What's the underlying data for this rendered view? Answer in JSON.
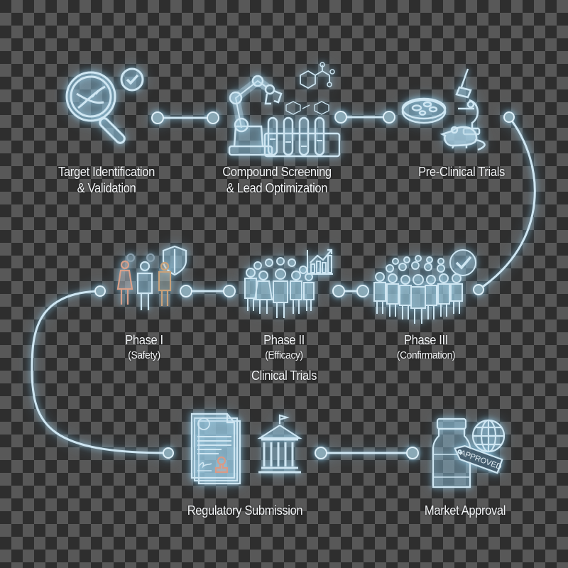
{
  "diagram": {
    "type": "process-flow",
    "theme": {
      "line_color": "#cfe6f2",
      "glow_color": "#8fd0ef",
      "icon_fill": "#a9c7d6",
      "text_color": "#f2f4f6",
      "checker_light": "#585858",
      "checker_dark": "#2e2e2e",
      "phase1_female_color": "#d9a08a",
      "phase1_male_color": "#c9a27a",
      "stamp_color": "#d99a86"
    },
    "steps": [
      {
        "id": "target",
        "title_line1": "Target Identification",
        "title_line2": "& Validation",
        "icon": "magnifier-dna-check-icon"
      },
      {
        "id": "screening",
        "title_line1": "Compound Screening",
        "title_line2": "& Lead Optimization",
        "icon": "robot-arm-test-tubes-icon"
      },
      {
        "id": "preclinical",
        "title_line1": "Pre-Clinical Trials",
        "icon": "petri-microscope-mouse-icon"
      },
      {
        "id": "phase1",
        "title_line1": "Phase I",
        "title_line2": "(Safety)",
        "icon": "small-group-shield-icon"
      },
      {
        "id": "phase2",
        "title_line1": "Phase II",
        "title_line2": "(Efficacy)",
        "icon": "group-growth-chart-icon"
      },
      {
        "id": "phase3",
        "title_line1": "Phase III",
        "title_line2": "(Confirmation)",
        "icon": "large-group-check-icon"
      },
      {
        "id": "regulatory",
        "title_line1": "Regulatory Submission",
        "icon": "documents-government-building-icon"
      },
      {
        "id": "market",
        "title_line1": "Market Approval",
        "icon": "bottle-approved-globe-icon"
      }
    ],
    "group_label": "Clinical Trials",
    "approved_tag": "APPROVED",
    "connectors": [
      {
        "from": "target",
        "to": "screening"
      },
      {
        "from": "screening",
        "to": "preclinical"
      },
      {
        "from": "preclinical",
        "to": "phase3"
      },
      {
        "from": "phase3",
        "to": "phase2"
      },
      {
        "from": "phase2",
        "to": "phase1"
      },
      {
        "from": "phase1",
        "to": "regulatory"
      },
      {
        "from": "regulatory",
        "to": "market"
      }
    ]
  }
}
